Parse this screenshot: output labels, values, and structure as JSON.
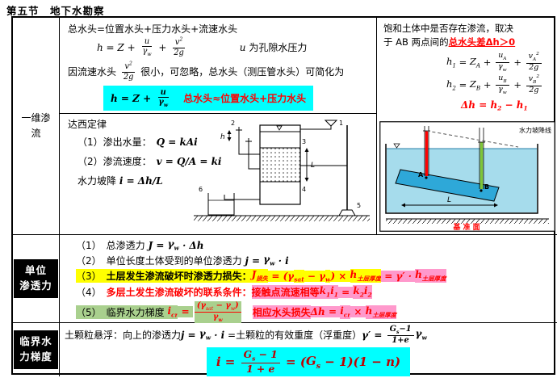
{
  "title": "第五节　地下水勘察",
  "colors": {
    "highlight_cyan": "#00FFFF",
    "highlight_yellow": "#FFFF00",
    "highlight_pink": "#FF99CC",
    "highlight_green": "#A9D08E",
    "emphasis_red": "#FF0000",
    "formula_dark_red": "#C00000",
    "row_label_bg": "#000000",
    "water_blue": "#A6DCEC",
    "sample_blue": "#2EA8D8",
    "pipe_red": "#FF0000",
    "pipe_green": "#7EC636"
  },
  "row1": {
    "label_line1": "一维渗",
    "label_line2": "流",
    "head": {
      "line1": "总水头=位置水头+压力水头+流速水头",
      "formula": [
        {
          "x": "h = Z + ",
          "i": 1
        },
        {
          "f": [
            [
              {
                "x": "u",
                "i": 1
              }
            ],
            [
              {
                "x": "γ",
                "i": 1,
                "s": "w"
              }
            ]
          ]
        },
        {
          "x": " + ",
          "i": 1
        },
        {
          "f": [
            [
              {
                "x": "v",
                "i": 1,
                "p": "2"
              }
            ],
            [
              {
                "x": "2g",
                "i": 1
              }
            ]
          ]
        }
      ],
      "formula_note": [
        {
          "x": "u",
          "i": 1
        },
        {
          "x": " 为孔隙水压力"
        }
      ],
      "line3": [
        {
          "x": "因流速水头 "
        },
        {
          "f": [
            [
              {
                "x": "v",
                "i": 1,
                "p": "2"
              }
            ],
            [
              {
                "x": "2g",
                "i": 1
              }
            ]
          ]
        },
        {
          "x": " 很小，可忽略，总水头（测压管水头）可简化为"
        }
      ],
      "simplified_formula": [
        {
          "x": "h = Z + ",
          "i": 1,
          "b": 1
        },
        {
          "f": [
            [
              {
                "x": "u",
                "i": 1,
                "b": 1
              }
            ],
            [
              {
                "x": "γ",
                "i": 1,
                "b": 1,
                "s": "w"
              }
            ]
          ]
        }
      ],
      "simplified_note": [
        {
          "x": "总水头≈位置水头+压力水头",
          "c": "#FF0000",
          "b": 1
        }
      ]
    },
    "darcy": {
      "title": "达西定律",
      "item1": [
        {
          "x": "（1）渗出水量：　"
        },
        {
          "x": "Q = kAi",
          "i": 1,
          "b": 1
        }
      ],
      "item2": [
        {
          "x": "（2）渗流速度：　"
        },
        {
          "x": "v = Q/A = ki",
          "i": 1,
          "b": 1
        }
      ],
      "item3": [
        {
          "x": "水力坡降 "
        },
        {
          "x": "i",
          "i": 1,
          "b": 1
        },
        {
          "x": " = Δh/L",
          "i": 1,
          "b": 1
        }
      ],
      "diagram": {
        "head_label": "h",
        "length_label": "L",
        "parts": [
          "1",
          "2",
          "3",
          "4",
          "5",
          "6"
        ]
      }
    },
    "saturation": {
      "line1": "饱和土体中是否存在渗流，取决",
      "line2": [
        {
          "x": "于 AB 两点间的"
        },
        {
          "x": "总水头差Δh＞0",
          "c": "#FF0000",
          "b": 1,
          "u": 1
        }
      ],
      "h1": [
        {
          "x": "h",
          "i": 1,
          "s": "1"
        },
        {
          "x": " = ",
          "i": 1
        },
        {
          "x": "Z",
          "i": 1,
          "s": "A"
        },
        {
          "x": " + ",
          "i": 1
        },
        {
          "f": [
            [
              {
                "x": "u",
                "i": 1,
                "s": "A"
              }
            ],
            [
              {
                "x": "γ",
                "i": 1,
                "s": "w"
              }
            ]
          ]
        },
        {
          "x": " + ",
          "i": 1
        },
        {
          "f": [
            [
              {
                "x": "v",
                "i": 1,
                "s": "A",
                "p": "2"
              }
            ],
            [
              {
                "x": "2g",
                "i": 1
              }
            ]
          ]
        }
      ],
      "h2": [
        {
          "x": "h",
          "i": 1,
          "s": "2"
        },
        {
          "x": " = ",
          "i": 1
        },
        {
          "x": "Z",
          "i": 1,
          "s": "B"
        },
        {
          "x": " + ",
          "i": 1
        },
        {
          "f": [
            [
              {
                "x": "u",
                "i": 1,
                "s": "B"
              }
            ],
            [
              {
                "x": "γ",
                "i": 1,
                "s": "w"
              }
            ]
          ]
        },
        {
          "x": " + ",
          "i": 1
        },
        {
          "f": [
            [
              {
                "x": "v",
                "i": 1,
                "s": "B",
                "p": "2"
              }
            ],
            [
              {
                "x": "2g",
                "i": 1
              }
            ]
          ]
        }
      ],
      "dh": [
        {
          "x": "Δh = h",
          "i": 1,
          "b": 1,
          "c": "#FF0000"
        },
        {
          "s": "2",
          "i": 1,
          "b": 1,
          "c": "#FF0000"
        },
        {
          "x": " − h",
          "i": 1,
          "b": 1,
          "c": "#FF0000"
        },
        {
          "s": "1",
          "i": 1,
          "b": 1,
          "c": "#FF0000"
        }
      ],
      "diagram": {
        "gradient_label": "水力坡降线",
        "point_a": "A",
        "point_b": "B",
        "length_label": "L",
        "datum_label": "基 准 面"
      }
    }
  },
  "row2": {
    "label_line1": "单位",
    "label_line2": "渗透力",
    "item1": [
      {
        "x": "（1）　总渗透力 "
      },
      {
        "x": "J",
        "i": 1,
        "b": 1
      },
      {
        "x": " = ",
        "i": 1,
        "b": 1
      },
      {
        "x": "γ",
        "i": 1,
        "b": 1,
        "s": "w"
      },
      {
        "x": " · Δh",
        "i": 1,
        "b": 1
      }
    ],
    "item2": [
      {
        "x": "（2）　单位长度土体受到的单位渗透力 "
      },
      {
        "x": "j",
        "i": 1,
        "b": 1
      },
      {
        "x": " = ",
        "i": 1,
        "b": 1
      },
      {
        "x": "γ",
        "i": 1,
        "b": 1,
        "s": "w"
      },
      {
        "x": " · i",
        "i": 1,
        "b": 1
      }
    ],
    "item3": [
      {
        "x": "（3）　",
        "bg": "#FFFF00"
      },
      {
        "x": "土层发生渗流破坏时渗透力损失：",
        "b": 1,
        "bg": "#FFFF00"
      },
      {
        "x": "J",
        "i": 1,
        "b": 1,
        "c": "#FF0000",
        "bg": "#FFFF00",
        "s": "损失"
      },
      {
        "x": " = (γ",
        "i": 1,
        "b": 1,
        "c": "#FF0000",
        "bg": "#FFFF00"
      },
      {
        "s": "sat",
        "i": 1,
        "b": 1,
        "c": "#FF0000",
        "bg": "#FFFF00"
      },
      {
        "x": " − γ",
        "i": 1,
        "b": 1,
        "c": "#FF0000",
        "bg": "#FFFF00"
      },
      {
        "s": "w",
        "i": 1,
        "b": 1,
        "c": "#FF0000",
        "bg": "#FFFF00"
      },
      {
        "x": ") × ",
        "i": 1,
        "b": 1,
        "c": "#FF0000",
        "bg": "#FFFF00"
      },
      {
        "x": "h",
        "i": 1,
        "b": 1,
        "c": "#FF0000",
        "bg": "#FFFF00",
        "s": "土层厚度"
      },
      {
        "x": " = ",
        "i": 1,
        "b": 1,
        "c": "#FF0000",
        "bg": "#FF99CC"
      },
      {
        "x": "γ′ · ",
        "i": 1,
        "b": 1,
        "c": "#FF0000",
        "bg": "#FF99CC"
      },
      {
        "x": "h",
        "i": 1,
        "b": 1,
        "c": "#FF0000",
        "bg": "#FF99CC",
        "s": "土层厚度"
      }
    ],
    "item4": [
      {
        "x": "（4）　"
      },
      {
        "x": "多层土发生渗流破坏的联系条件：",
        "c": "#FF0000",
        "b": 1
      },
      {
        "x": "接触点流速相等",
        "c": "#FF0000",
        "b": 1,
        "bg": "#FF99CC"
      },
      {
        "x": "k",
        "i": 1,
        "b": 1,
        "c": "#FF0000",
        "bg": "#FF99CC",
        "s": "1"
      },
      {
        "x": "i",
        "i": 1,
        "b": 1,
        "c": "#FF0000",
        "bg": "#FF99CC",
        "s": "1"
      },
      {
        "x": " = ",
        "i": 1,
        "b": 1,
        "c": "#FF0000",
        "bg": "#FF99CC"
      },
      {
        "x": "k",
        "i": 1,
        "b": 1,
        "c": "#FF0000",
        "bg": "#FF99CC",
        "s": "2"
      },
      {
        "x": "i",
        "i": 1,
        "b": 1,
        "c": "#FF0000",
        "bg": "#FF99CC",
        "s": "2"
      }
    ],
    "item5": [
      {
        "x": "（5）　临界水力梯度 ",
        "bg": "#A9D08E"
      },
      {
        "x": "i",
        "i": 1,
        "b": 1,
        "c": "#FF0000",
        "bg": "#A9D08E",
        "s": "cr"
      },
      {
        "x": " = ",
        "i": 1,
        "b": 1,
        "c": "#FF0000",
        "bg": "#A9D08E"
      },
      {
        "f": [
          [
            {
              "x": "(γ",
              "i": 1,
              "b": 1
            },
            {
              "s": "sat",
              "i": 1
            },
            {
              "x": " − γ",
              "i": 1,
              "b": 1
            },
            {
              "s": "w",
              "i": 1
            },
            {
              "x": ")",
              "i": 1,
              "b": 1
            }
          ],
          [
            {
              "x": "γ",
              "i": 1,
              "b": 1,
              "s": "w"
            }
          ]
        ],
        "c": "#FF0000",
        "bg": "#A9D08E"
      },
      {
        "x": "　"
      },
      {
        "x": "相应水头损失",
        "c": "#FF0000",
        "b": 1,
        "bg": "#FF99CC"
      },
      {
        "x": "Δh",
        "i": 1,
        "b": 1,
        "c": "#FF0000",
        "bg": "#FF99CC"
      },
      {
        "x": " = ",
        "i": 1,
        "b": 1,
        "c": "#FF0000",
        "bg": "#FF99CC"
      },
      {
        "x": "i",
        "i": 1,
        "b": 1,
        "c": "#FF0000",
        "bg": "#FF99CC",
        "s": "cr"
      },
      {
        "x": " × ",
        "i": 1,
        "b": 1,
        "c": "#FF0000",
        "bg": "#FF99CC"
      },
      {
        "x": "h",
        "i": 1,
        "b": 1,
        "c": "#FF0000",
        "bg": "#FF99CC",
        "s": "土层厚度"
      }
    ]
  },
  "row3": {
    "label_line1": "临界水",
    "label_line2": "力梯度",
    "line1": [
      {
        "x": "土颗粒悬浮：向上的渗透力"
      },
      {
        "x": "j",
        "i": 1,
        "b": 1
      },
      {
        "x": " = ",
        "i": 1,
        "b": 1
      },
      {
        "x": "γ",
        "i": 1,
        "b": 1,
        "s": "w"
      },
      {
        "x": " · i",
        "i": 1,
        "b": 1
      },
      {
        "x": " ="
      },
      {
        "x": "土颗粒的有效重度（浮重度）"
      },
      {
        "x": "γ′",
        "i": 1,
        "b": 1
      },
      {
        "x": " = ",
        "i": 1,
        "b": 1
      },
      {
        "f": [
          [
            {
              "x": "G",
              "i": 1,
              "b": 1,
              "s": "s"
            },
            {
              "x": "−1",
              "i": 1,
              "b": 1
            }
          ],
          [
            {
              "x": "1+e",
              "i": 1,
              "b": 1
            }
          ]
        ]
      },
      {
        "x": "γ",
        "i": 1,
        "b": 1,
        "s": "w"
      }
    ],
    "formula": [
      {
        "x": "i = ",
        "i": 1,
        "b": 1,
        "c": "#C00000"
      },
      {
        "f": [
          [
            {
              "x": "G",
              "i": 1,
              "b": 1,
              "s": "s"
            },
            {
              "x": " − 1",
              "i": 1,
              "b": 1
            }
          ],
          [
            {
              "x": "1 + e",
              "i": 1,
              "b": 1
            }
          ]
        ],
        "c": "#C00000"
      },
      {
        "x": " = (",
        "i": 1,
        "b": 1,
        "c": "#C00000"
      },
      {
        "x": "G",
        "i": 1,
        "b": 1,
        "c": "#C00000",
        "s": "s"
      },
      {
        "x": " − 1)(1 − n)",
        "i": 1,
        "b": 1,
        "c": "#C00000"
      }
    ]
  }
}
